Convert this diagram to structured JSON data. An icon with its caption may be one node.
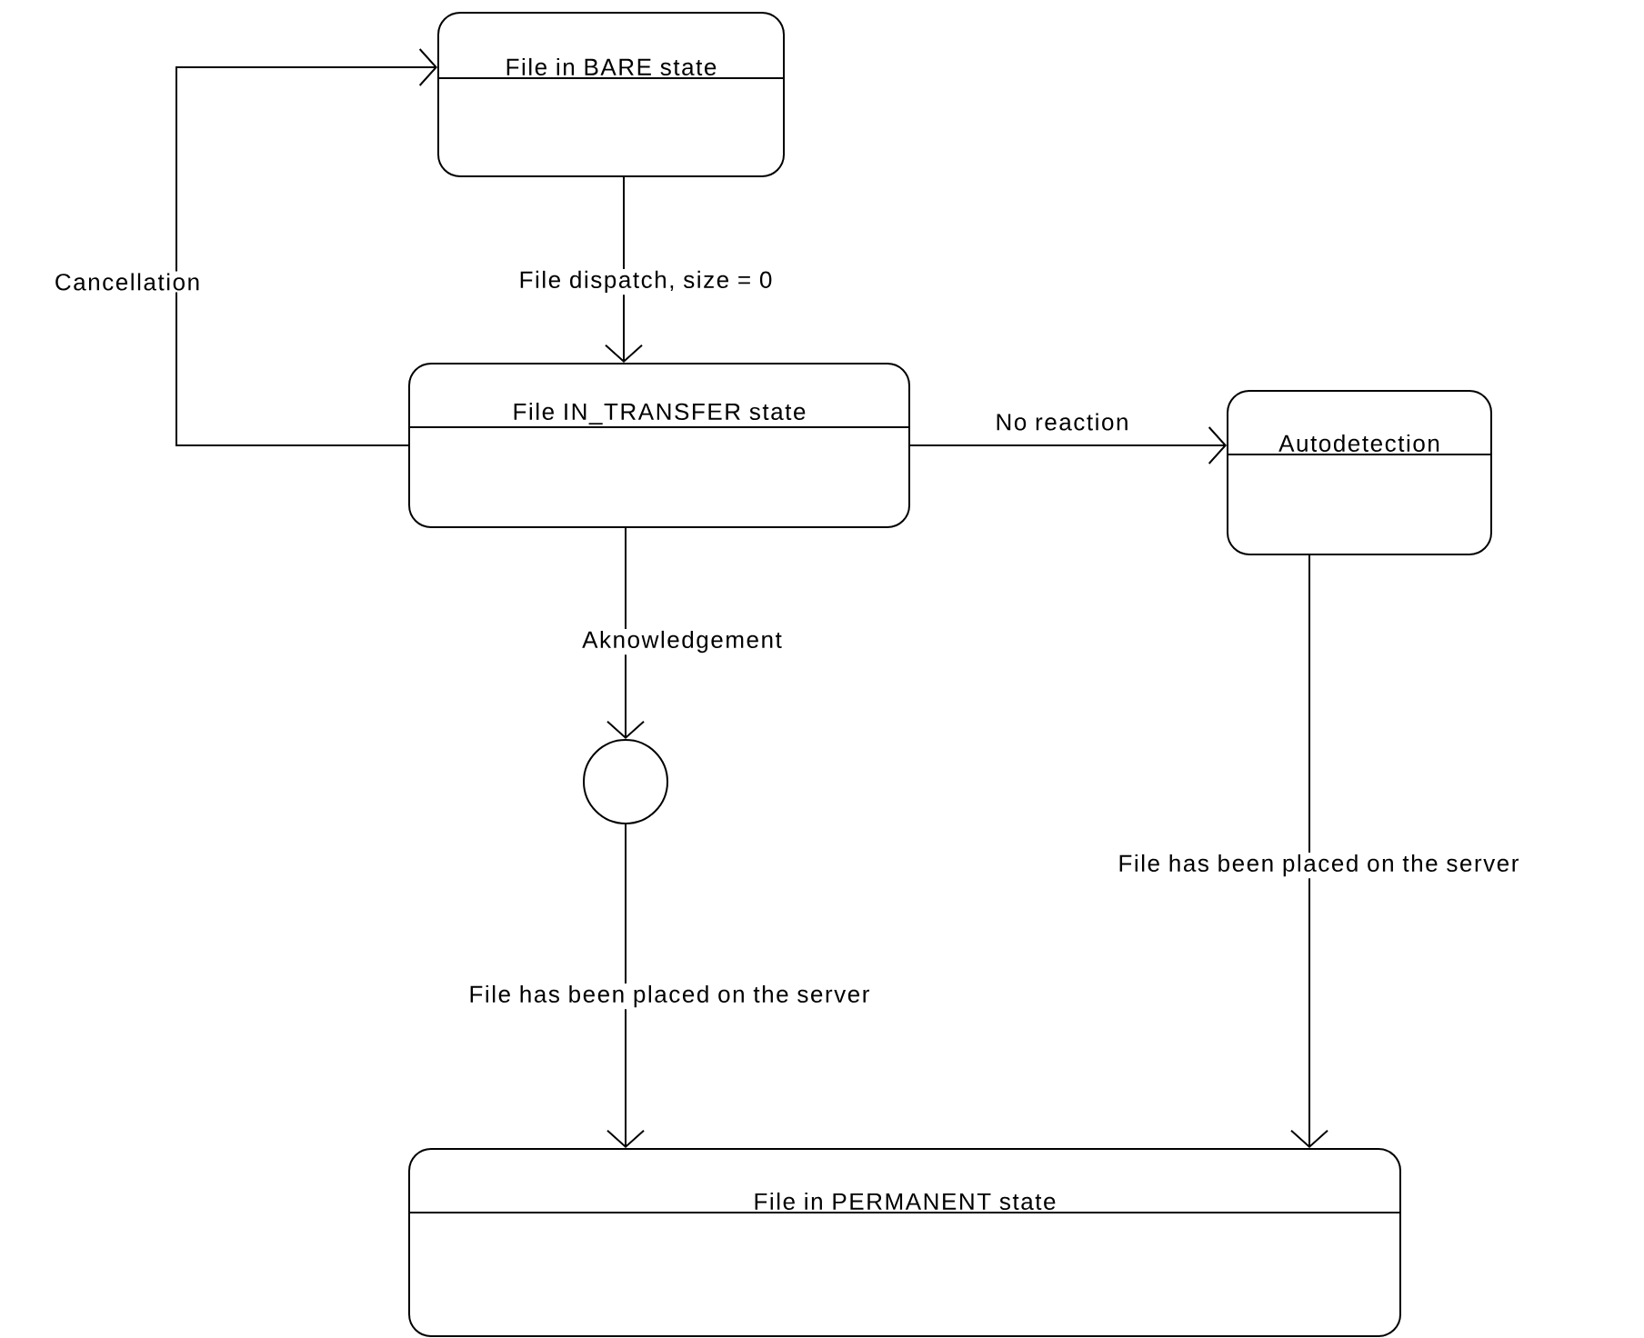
{
  "diagram": {
    "nodes": [
      {
        "text": [
          "File in BARE state"
        ]
      },
      {
        "text": [
          "File IN_TRANSFER state"
        ]
      },
      {
        "text": [
          "Autodetection"
        ]
      },
      {
        "text": [],
        "shape": "circle"
      },
      {
        "text": [
          "File in PERMANENT state"
        ]
      }
    ],
    "edges": [
      {
        "from": 0,
        "to": 1,
        "arrow": "to",
        "label": "File dispatch, size = 0"
      },
      {
        "from": 1,
        "to": 0,
        "arrow": "to",
        "label": "Cancellation"
      },
      {
        "from": 1,
        "to": 2,
        "arrow": "to",
        "label": "No reaction"
      },
      {
        "from": 1,
        "to": 3,
        "arrow": "to",
        "label": "Aknowledgement"
      },
      {
        "from": 3,
        "to": 4,
        "arrow": "to",
        "label": "File has been placed on the server"
      },
      {
        "from": 2,
        "to": 4,
        "arrow": "to",
        "label": "File has been placed on the server"
      }
    ]
  }
}
